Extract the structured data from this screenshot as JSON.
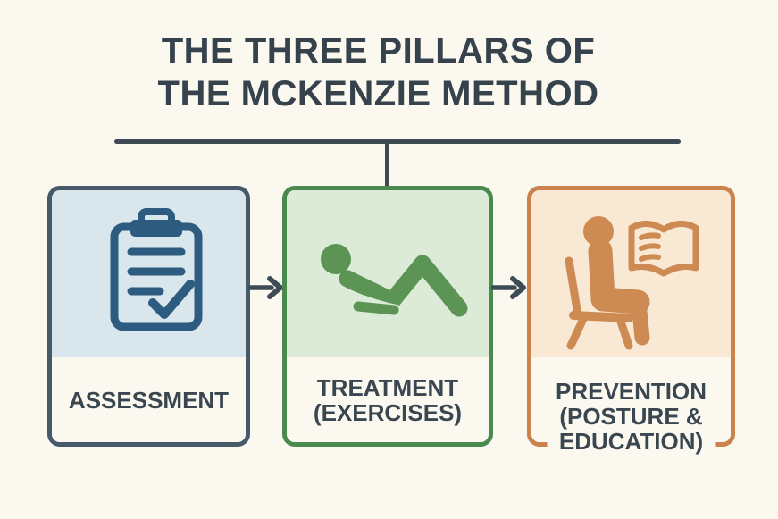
{
  "title": {
    "lines": [
      "THE THREE PILLARS OF",
      "THE MCKENZIE METHOD"
    ]
  },
  "pillars": [
    {
      "id": "assessment",
      "label_lines": [
        "ASSESSMENT"
      ],
      "icon": "clipboard-checklist-icon",
      "border_color": "#475a6a",
      "fill_color": "#d9e6ec",
      "icon_color": "#2d5c80"
    },
    {
      "id": "treatment",
      "label_lines": [
        "TREATMENT",
        "(EXERCISES)"
      ],
      "icon": "person-exercising-icon",
      "border_color": "#4a8a4f",
      "fill_color": "#dcead8",
      "icon_color": "#5b9455"
    },
    {
      "id": "prevention",
      "label_lines": [
        "PREVENTION",
        "(POSTURE &",
        "EDUCATION)"
      ],
      "icon": "person-reading-seated-icon",
      "border_color": "#c9834b",
      "fill_color": "#f9e9d4",
      "icon_color": "#cd8a52"
    }
  ],
  "colors": {
    "background": "#faf8ef",
    "title_text": "#36434d",
    "connector": "#3e4b55",
    "label_text": "#3a4750"
  }
}
